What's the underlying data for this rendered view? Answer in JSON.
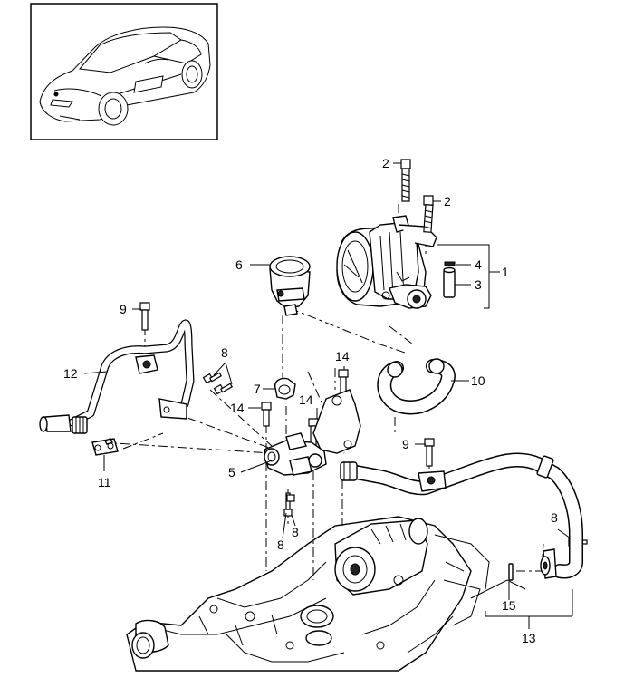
{
  "callouts": {
    "c1": "1",
    "c2a": "2",
    "c2b": "2",
    "c3": "3",
    "c4": "4",
    "c5": "5",
    "c6": "6",
    "c7": "7",
    "c8a": "8",
    "c8b": "8",
    "c8c": "8",
    "c8d": "8",
    "c9a": "9",
    "c9b": "9",
    "c10": "10",
    "c11": "11",
    "c12": "12",
    "c13": "13",
    "c14a": "14",
    "c14b": "14",
    "c14c": "14",
    "c15": "15"
  }
}
